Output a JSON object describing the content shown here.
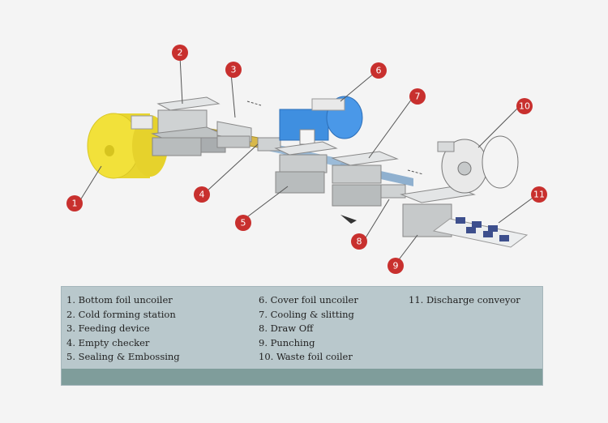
{
  "callouts": [
    "1",
    "2",
    "3",
    "4",
    "5",
    "6",
    "7",
    "8",
    "9",
    "10",
    "11"
  ],
  "legend": {
    "col1": [
      "1. Bottom foil uncoiler",
      "2. Cold forming station",
      "3. Feeding device",
      "4. Empty checker",
      "5. Sealing & Embossing"
    ],
    "col2": [
      "6. Cover foil uncoiler",
      "7. Cooling & slitting",
      "8. Draw Off",
      "9. Punching",
      "10. Waste foil coiler"
    ],
    "col3": [
      "11. Discharge conveyor"
    ]
  },
  "colors": {
    "callout": "#c8302e",
    "bottom_foil": "#f2e13a",
    "cover_foil": "#3f8fe0",
    "machine": "#c9cccd",
    "web": "#d8b84a"
  }
}
